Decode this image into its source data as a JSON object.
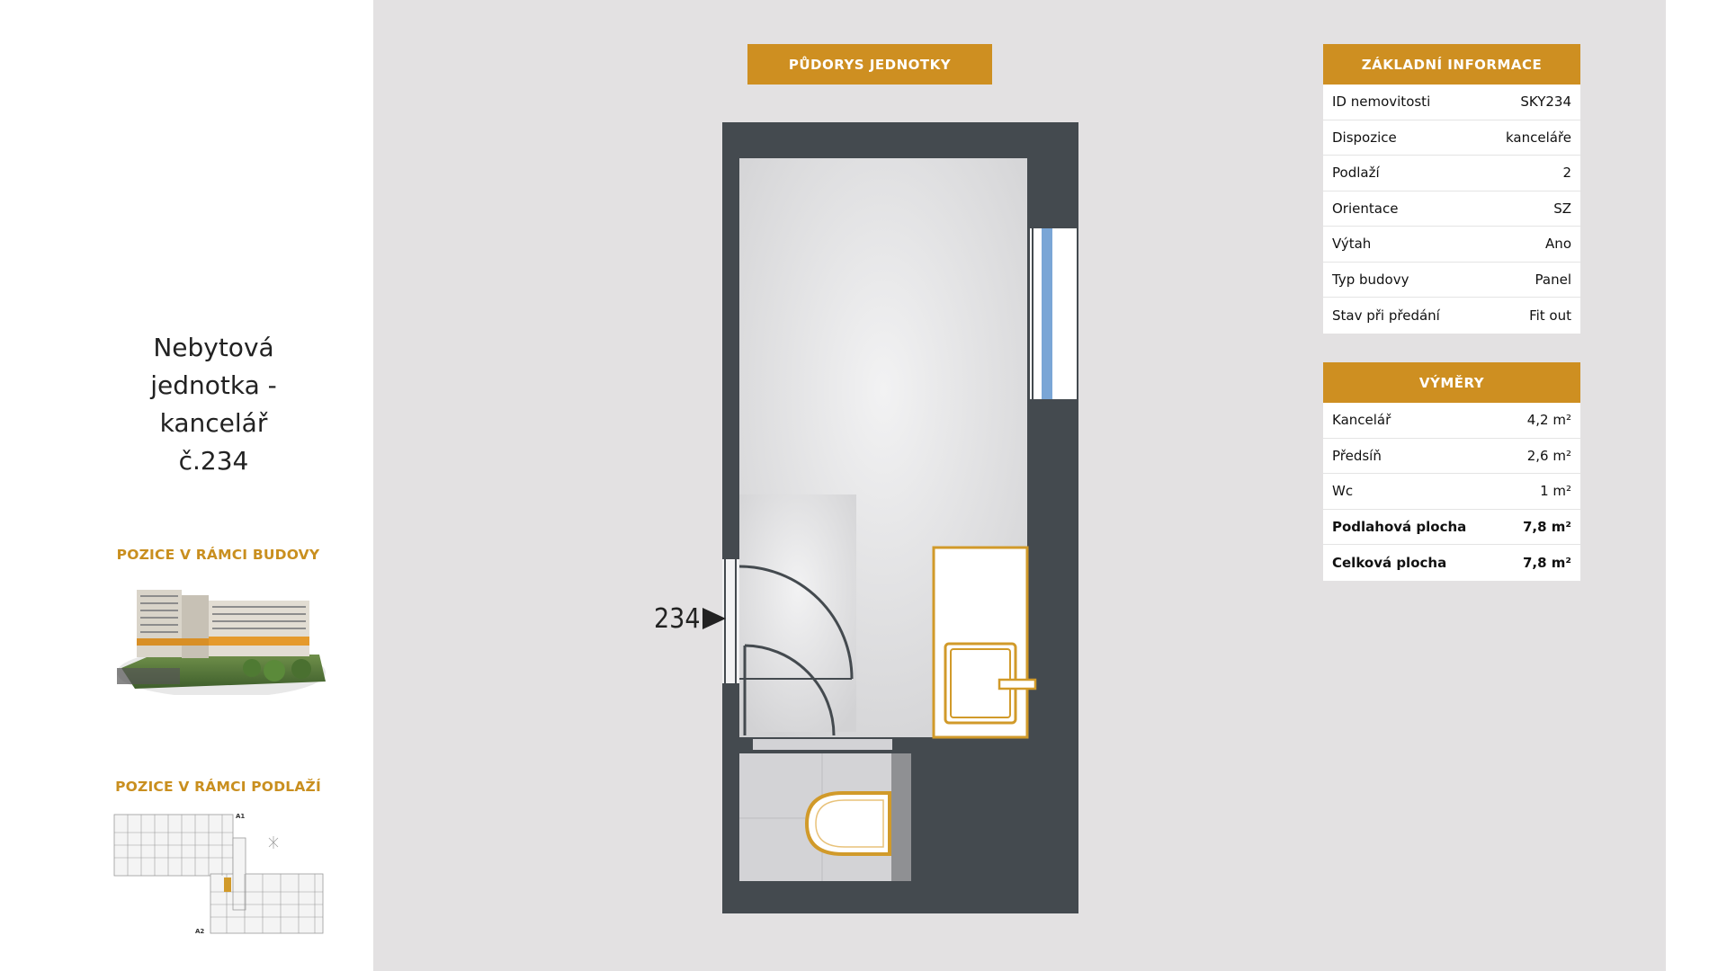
{
  "unit": {
    "title_lines": [
      "Nebytová",
      "jednotka -",
      "kancelář",
      "č.234"
    ]
  },
  "sections": {
    "building_position": "POZICE V RÁMCI BUDOVY",
    "floor_position": "POZICE V RÁMCI PODLAŽÍ"
  },
  "floor_labels": {
    "a1": "A1",
    "a2": "A2"
  },
  "plan": {
    "header": "PŮDORYS JEDNOTKY",
    "unit_number": "234",
    "colors": {
      "wall": "#444a4f",
      "floor": "#e0dfe0",
      "accent": "#d19a2a",
      "window": "#7aa6d6"
    }
  },
  "basic_info": {
    "header": "ZÁKLADNÍ INFORMACE",
    "rows": [
      {
        "label": "ID nemovitosti",
        "value": "SKY234"
      },
      {
        "label": "Dispozice",
        "value": "kanceláře"
      },
      {
        "label": "Podlaží",
        "value": "2"
      },
      {
        "label": "Orientace",
        "value": "SZ"
      },
      {
        "label": "Výtah",
        "value": "Ano"
      },
      {
        "label": "Typ budovy",
        "value": "Panel"
      },
      {
        "label": "Stav při předání",
        "value": "Fit out"
      }
    ]
  },
  "areas": {
    "header": "VÝMĚRY",
    "rows": [
      {
        "label": "Kancelář",
        "value": "4,2 m²"
      },
      {
        "label": "Předsíň",
        "value": "2,6 m²"
      },
      {
        "label": "Wc",
        "value": "1 m²"
      },
      {
        "label": "Podlahová plocha",
        "value": "7,8 m²"
      },
      {
        "label": "Celková plocha",
        "value": "7,8 m²"
      }
    ]
  },
  "accent_color": "#ce8f21"
}
